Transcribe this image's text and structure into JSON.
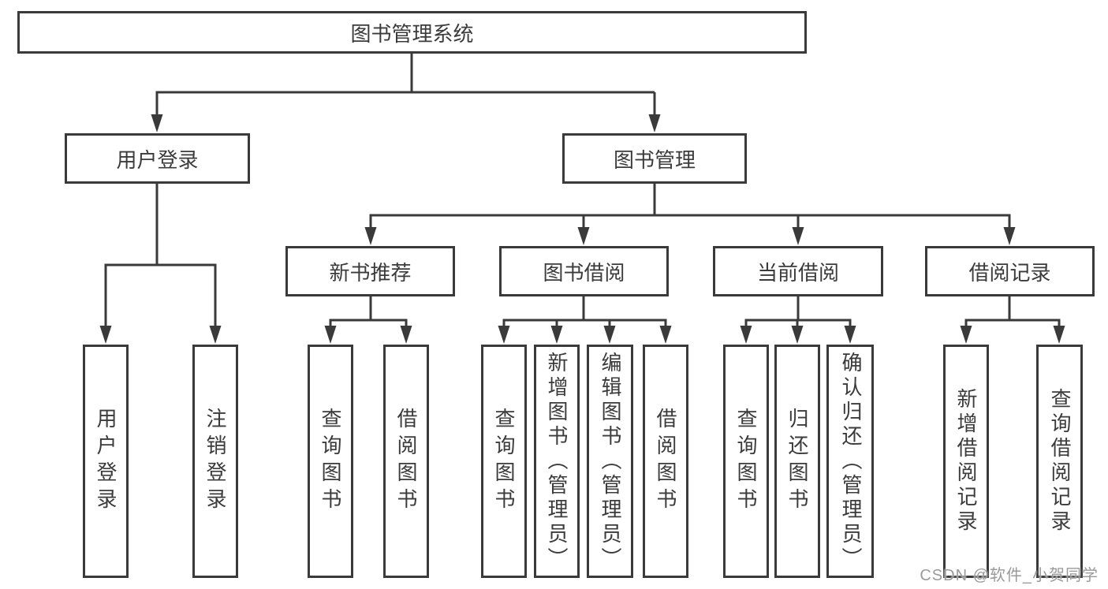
{
  "tree": {
    "label": "图书管理系统",
    "children": [
      {
        "label": "用户登录",
        "children": [
          {
            "label": "用户登录"
          },
          {
            "label": "注销登录"
          }
        ]
      },
      {
        "label": "图书管理",
        "children": [
          {
            "label": "新书推荐",
            "children": [
              {
                "label": "查询图书"
              },
              {
                "label": "借阅图书"
              }
            ]
          },
          {
            "label": "图书借阅",
            "children": [
              {
                "label": "查询图书"
              },
              {
                "label": "新增图书（管理员）"
              },
              {
                "label": "编辑图书（管理员）"
              },
              {
                "label": "借阅图书"
              }
            ]
          },
          {
            "label": "当前借阅",
            "children": [
              {
                "label": "查询图书"
              },
              {
                "label": "归还图书"
              },
              {
                "label": "确认归还（管理员）"
              }
            ]
          },
          {
            "label": "借阅记录",
            "children": [
              {
                "label": "新增借阅记录"
              },
              {
                "label": "查询借阅记录"
              }
            ]
          }
        ]
      }
    ]
  },
  "watermark": {
    "text": "CSDN @软件_小贺同学"
  },
  "colors": {
    "line": "#3a3a3a",
    "text": "#3b3b3b",
    "bg": "#ffffff",
    "watermark": "#9a9a9a"
  }
}
